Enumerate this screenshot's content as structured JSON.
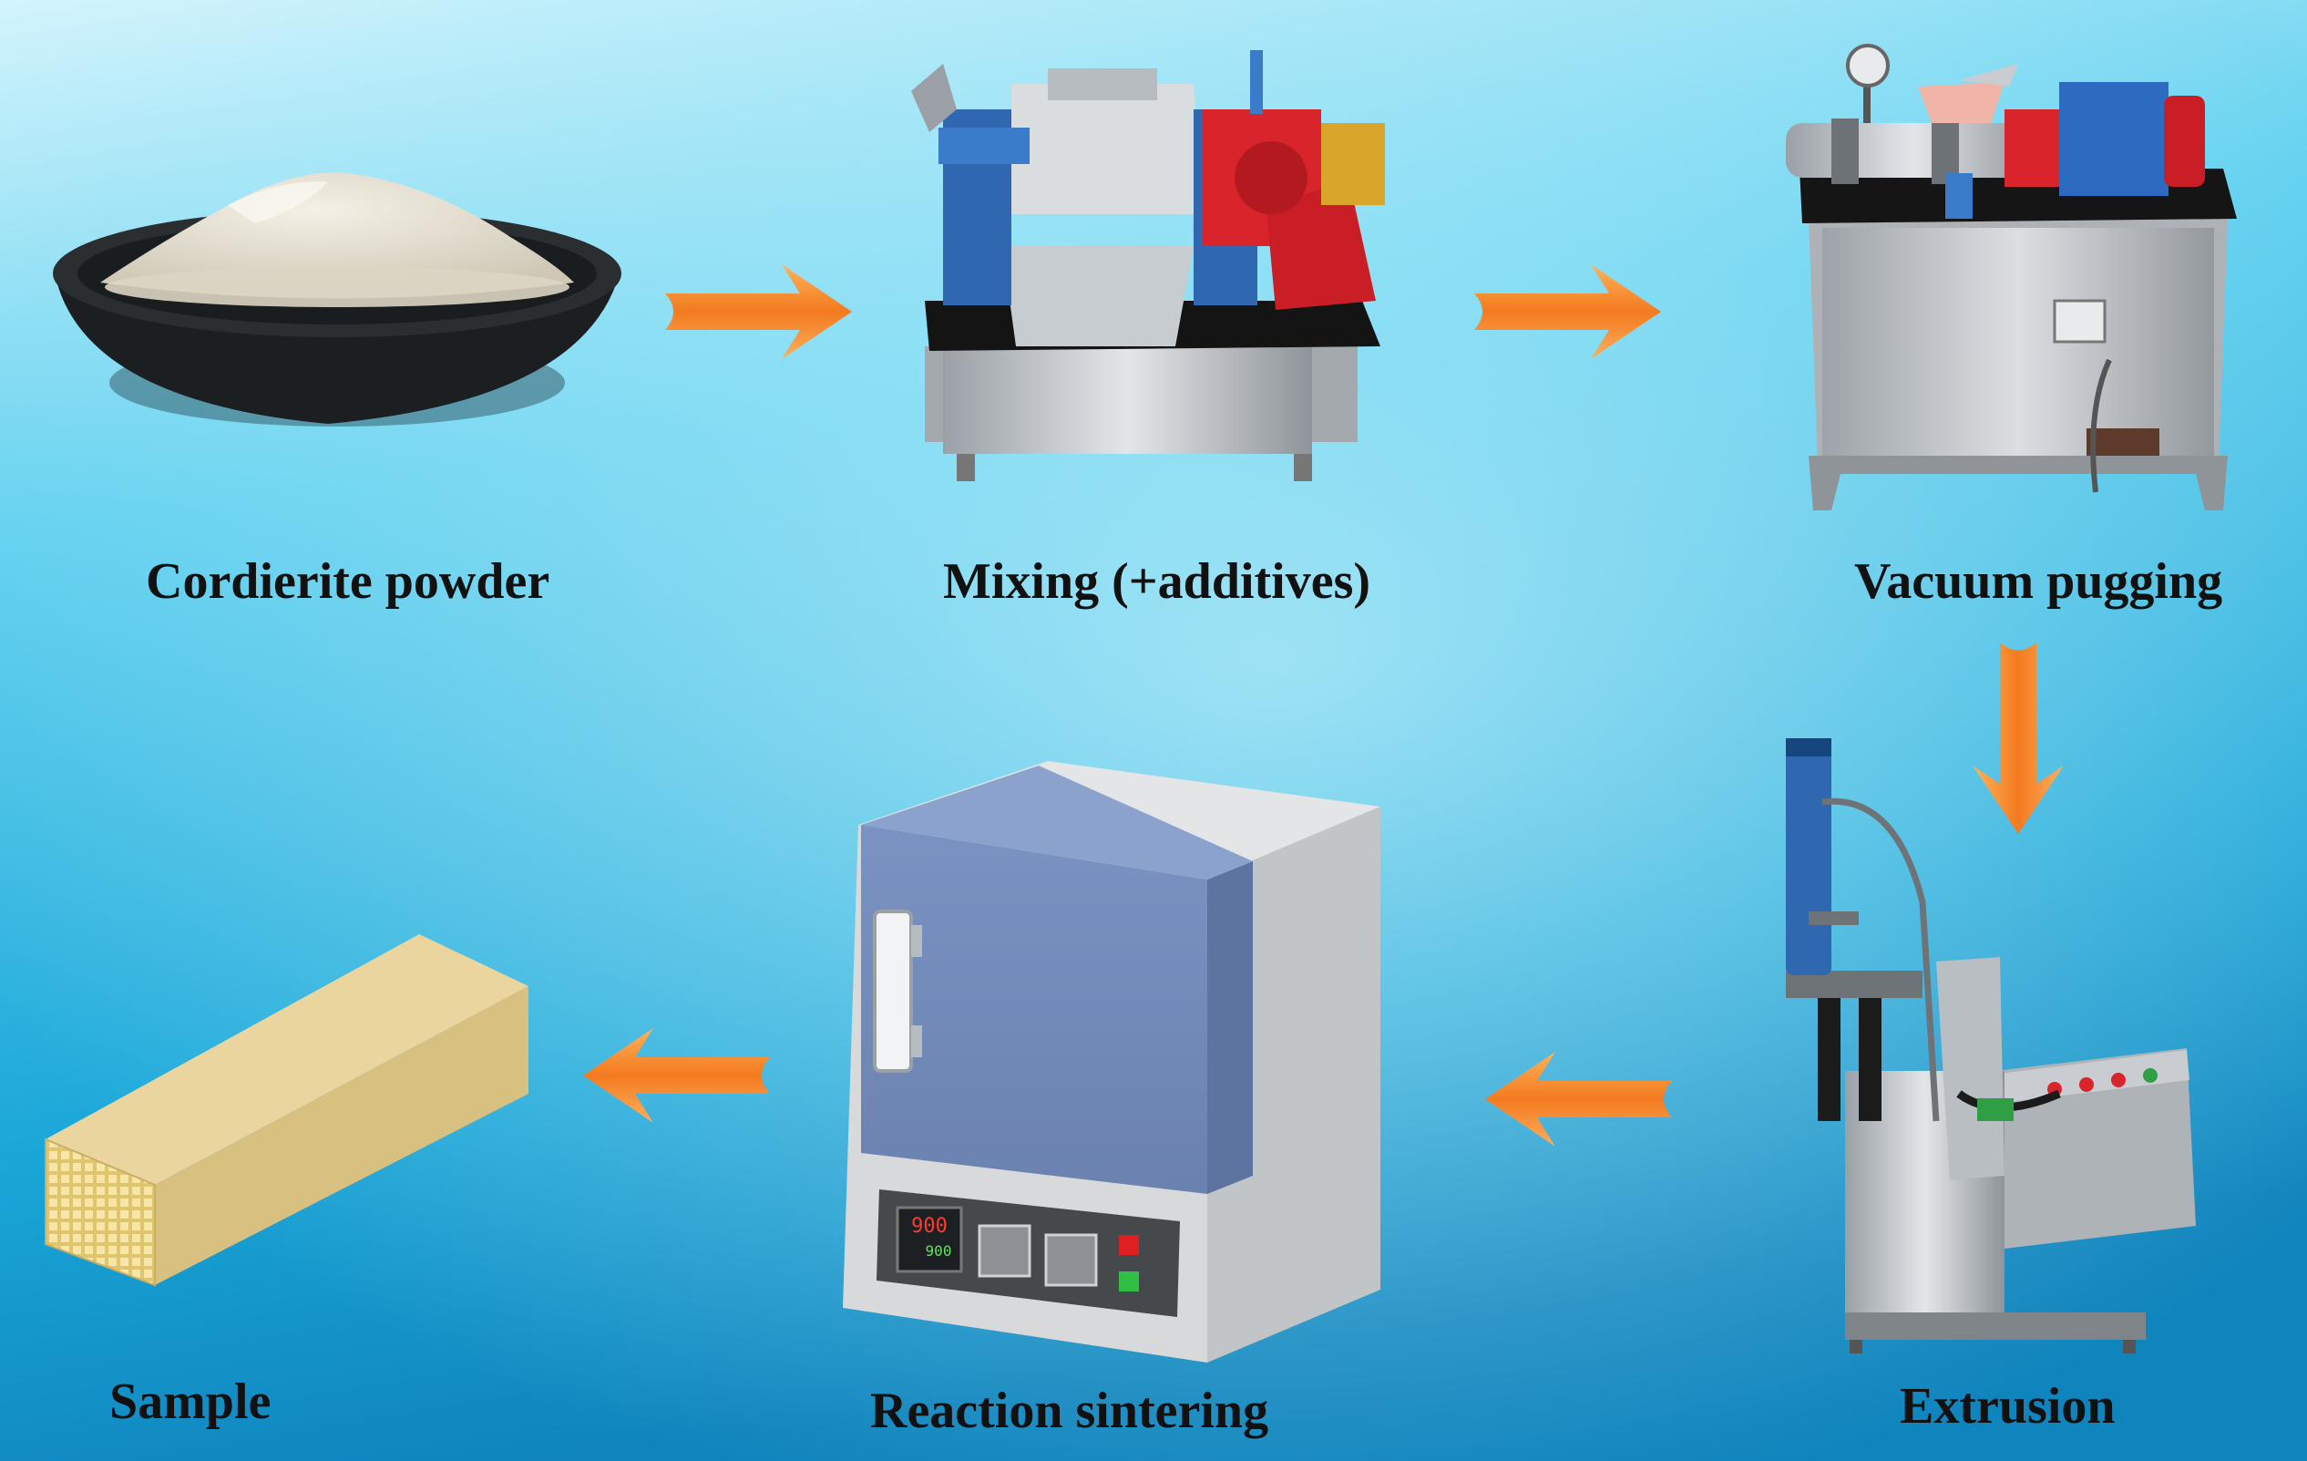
{
  "steps": {
    "powder": {
      "label": "Cordierite powder",
      "icon": "powder-bowl-icon"
    },
    "mixing": {
      "label": "Mixing (+additives)",
      "icon": "mixer-machine-icon"
    },
    "pugging": {
      "label": "Vacuum pugging",
      "icon": "pug-mill-icon"
    },
    "extrusion": {
      "label": "Extrusion",
      "icon": "extrusion-press-icon"
    },
    "sintering": {
      "label": "Reaction sintering",
      "icon": "furnace-icon"
    },
    "sample": {
      "label": "Sample",
      "icon": "honeycomb-block-icon"
    }
  },
  "furnace_display": {
    "setpoint": "900",
    "actual": "900"
  },
  "colors": {
    "background_top": "#c9f1fb",
    "background_bottom": "#1690c8",
    "arrow": "#f58a2c",
    "furnace_door": "#6f88b8",
    "sample_block": "#e8d29c",
    "label": "#111111"
  }
}
